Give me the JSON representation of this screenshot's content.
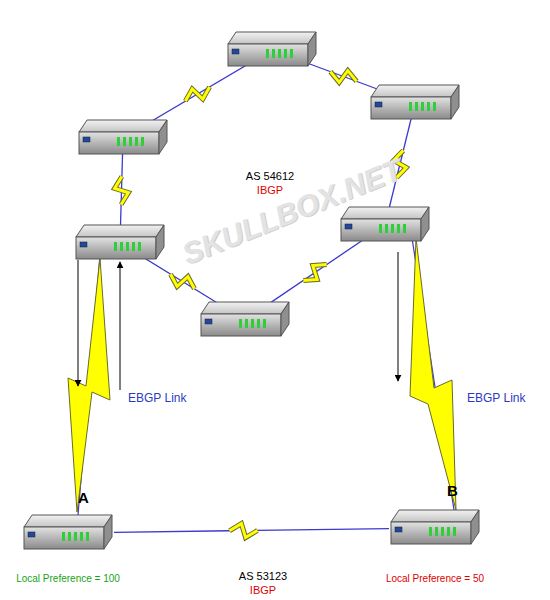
{
  "diagram": {
    "nodes": [
      {
        "text": [
          "A",
          "Local Preference = 100"
        ]
      },
      {
        "text": [
          "B",
          "Local Preference = 50"
        ]
      }
    ],
    "edges": [
      {
        "from": 0,
        "to": 1,
        "arrow": "none"
      }
    ],
    "labels": [
      "AS 54612",
      "IBGP",
      "EBGP Link",
      "EBGP Link",
      "AS 53123",
      "IBGP",
      "SKULLBOX.NET"
    ]
  }
}
